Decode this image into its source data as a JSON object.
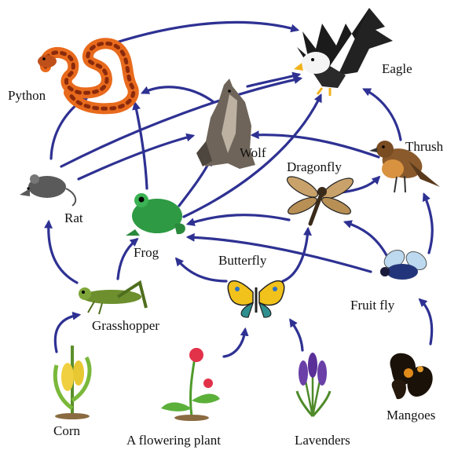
{
  "diagram": {
    "organisms": {
      "eagle": "Eagle",
      "python": "Python",
      "wolf": "Wolf",
      "thrush": "Thrush",
      "dragonfly": "Dragonfly",
      "rat": "Rat",
      "frog": "Frog",
      "butterfly": "Butterfly",
      "fruit_fly": "Fruit fly",
      "grasshopper": "Grasshopper",
      "corn": "Corn",
      "flowering_plant": "A flowering plant",
      "lavenders": "Lavenders",
      "mangoes": "Mangoes"
    },
    "links": [
      {
        "from": "Corn",
        "to": "Grasshopper"
      },
      {
        "from": "A flowering plant",
        "to": "Butterfly"
      },
      {
        "from": "Lavenders",
        "to": "Butterfly"
      },
      {
        "from": "Mangoes",
        "to": "Fruit fly"
      },
      {
        "from": "Grasshopper",
        "to": "Rat"
      },
      {
        "from": "Grasshopper",
        "to": "Frog"
      },
      {
        "from": "Butterfly",
        "to": "Frog"
      },
      {
        "from": "Butterfly",
        "to": "Dragonfly"
      },
      {
        "from": "Fruit fly",
        "to": "Frog"
      },
      {
        "from": "Fruit fly",
        "to": "Dragonfly"
      },
      {
        "from": "Fruit fly",
        "to": "Thrush"
      },
      {
        "from": "Dragonfly",
        "to": "Frog"
      },
      {
        "from": "Dragonfly",
        "to": "Thrush"
      },
      {
        "from": "Rat",
        "to": "Python"
      },
      {
        "from": "Rat",
        "to": "Wolf"
      },
      {
        "from": "Rat",
        "to": "Eagle"
      },
      {
        "from": "Frog",
        "to": "Python"
      },
      {
        "from": "Frog",
        "to": "Wolf"
      },
      {
        "from": "Frog",
        "to": "Eagle"
      },
      {
        "from": "Wolf",
        "to": "Python"
      },
      {
        "from": "Thrush",
        "to": "Wolf"
      },
      {
        "from": "Thrush",
        "to": "Eagle"
      },
      {
        "from": "Python",
        "to": "Eagle"
      },
      {
        "from": "Wolf",
        "to": "Eagle"
      }
    ]
  },
  "colors": {
    "arrow": "#2e3192",
    "label_text": "#111111",
    "background": "#ffffff"
  }
}
